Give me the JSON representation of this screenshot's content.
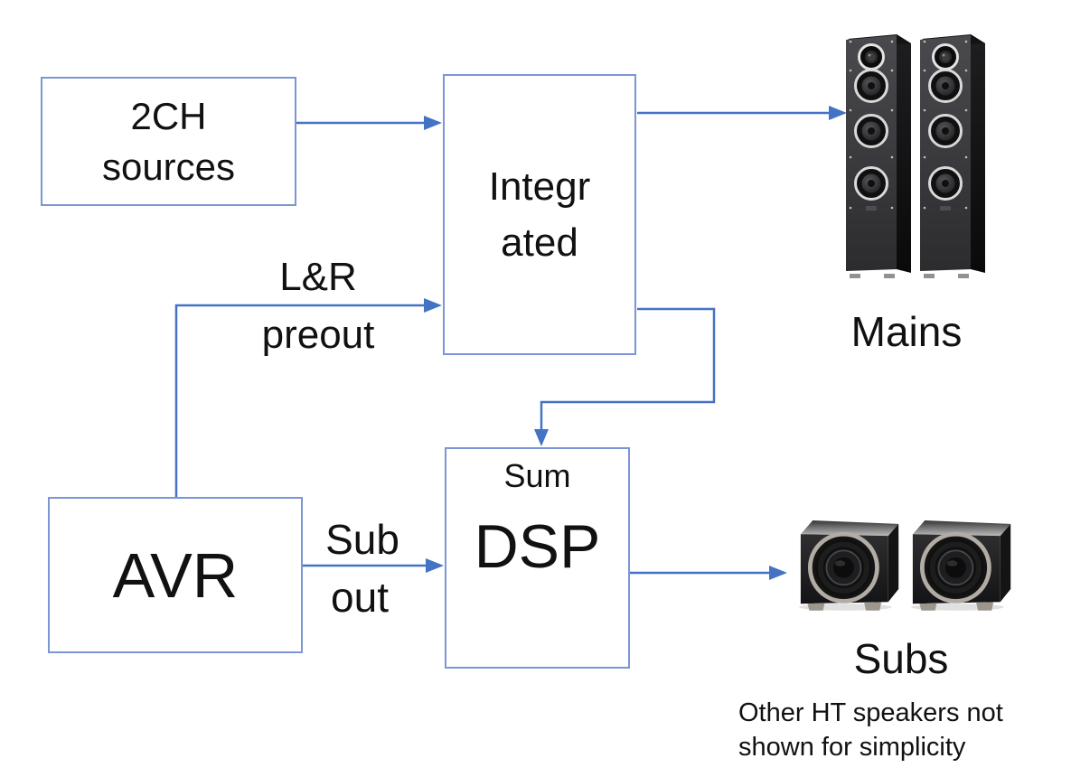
{
  "colors": {
    "connector": "#4472c4",
    "box_border": "#7b96d4",
    "background": "#ffffff",
    "text": "#111111"
  },
  "boxes": {
    "sources": {
      "lines": [
        "2CH",
        "sources"
      ]
    },
    "integrated": {
      "lines": [
        "Integr",
        "ated"
      ]
    },
    "avr": {
      "label": "AVR"
    },
    "dsp": {
      "sum_label": "Sum",
      "label": "DSP"
    }
  },
  "edge_labels": {
    "preout": {
      "lines": [
        "L&R",
        "preout"
      ]
    },
    "subout": {
      "lines": [
        "Sub",
        "out"
      ]
    }
  },
  "speaker_labels": {
    "mains": "Mains",
    "subs": "Subs"
  },
  "caption": {
    "lines": [
      "Other HT speakers not",
      "shown for simplicity"
    ]
  },
  "images": {
    "mains": "pair of black tower speakers",
    "subs": "pair of black cube subwoofers"
  }
}
